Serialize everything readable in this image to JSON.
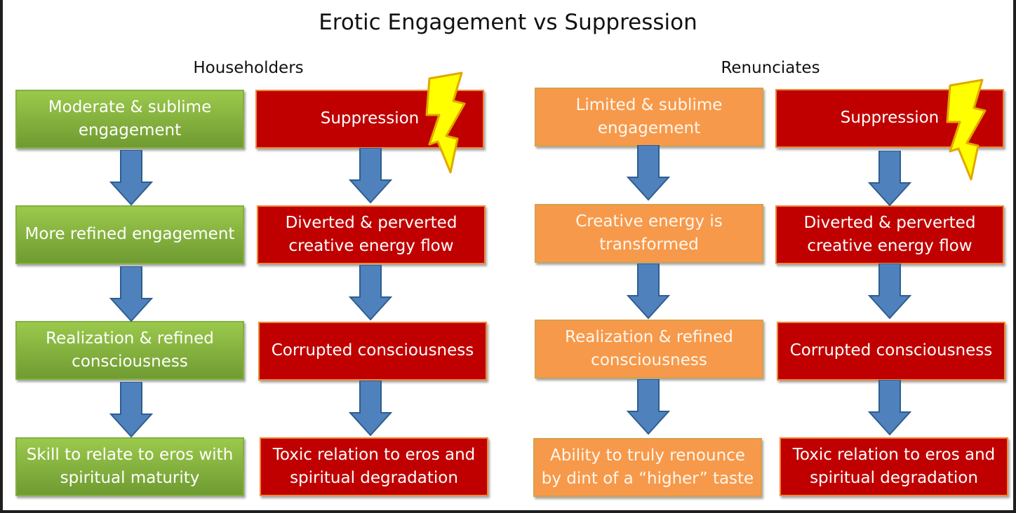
{
  "title": "Erotic Engagement vs Suppression",
  "groups": {
    "householders": {
      "label": "Householders",
      "engagement": [
        "Moderate & sublime engagement",
        "More refined engagement",
        "Realization & refined consciousness",
        "Skill to relate to eros with spiritual maturity"
      ],
      "suppression": [
        "Suppression",
        "Diverted & perverted creative energy flow",
        "Corrupted consciousness",
        "Toxic relation to eros and spiritual degradation"
      ]
    },
    "renunciates": {
      "label": "Renunciates",
      "engagement": [
        "Limited & sublime engagement",
        "Creative energy is transformed",
        "Realization & refined consciousness",
        "Ability to truly renounce by dint of a “higher” taste"
      ],
      "suppression": [
        "Suppression",
        "Diverted & perverted creative energy flow",
        "Corrupted consciousness",
        "Toxic relation to eros and spiritual degradation"
      ]
    }
  },
  "colors": {
    "green": "#8ab843",
    "red": "#c00000",
    "orange": "#f7994a",
    "arrow": "#4f81bd",
    "bolt": "#ffff00"
  },
  "icons": {
    "arrow": "down-arrow-icon",
    "bolt": "lightning-bolt-icon"
  }
}
